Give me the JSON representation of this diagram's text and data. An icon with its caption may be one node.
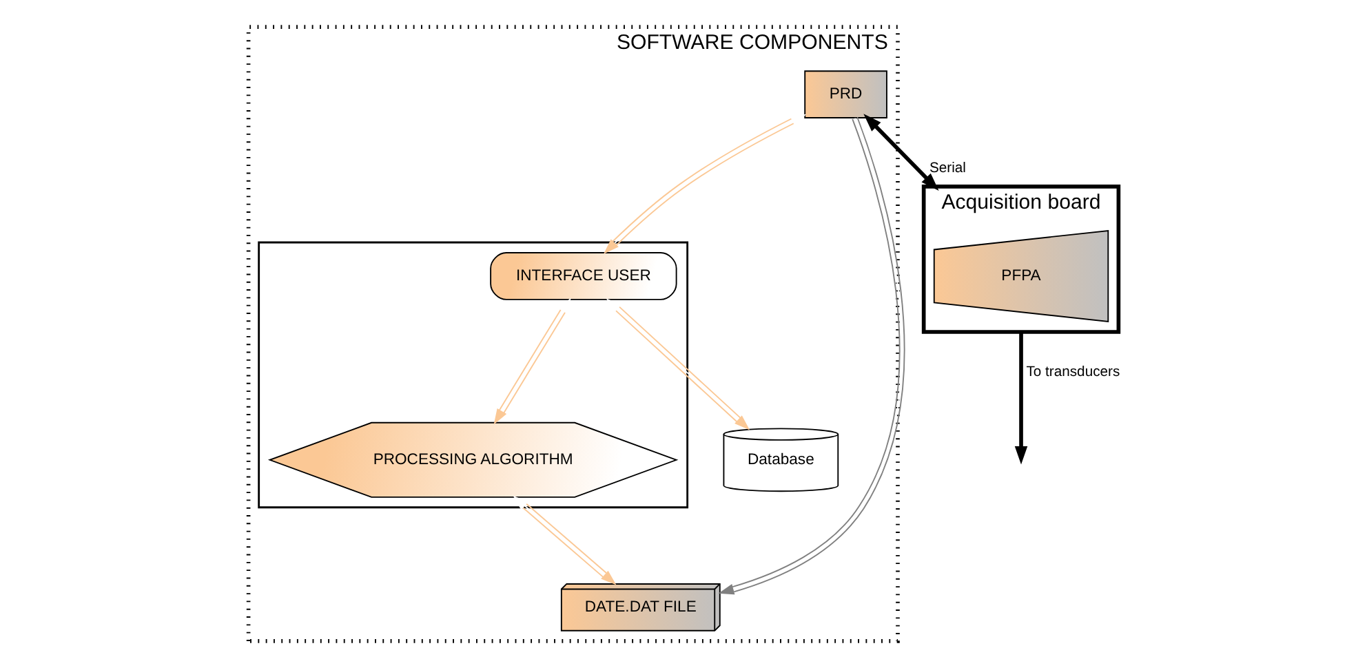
{
  "diagram": {
    "nodes": [
      {
        "text": [
          "SOFTWARE COMPONENTS"
        ]
      },
      {
        "text": [],
        "shape": "box",
        "in": 0
      },
      {
        "text": [
          "INTERFACE USER"
        ],
        "in": 1
      },
      {
        "text": [
          "PROCESSING ALGORITHM"
        ],
        "in": 1
      },
      {
        "text": [
          "Database"
        ],
        "in": 0
      },
      {
        "text": [
          "PRD"
        ],
        "in": 0
      },
      {
        "text": [
          "DATE.DAT FILE"
        ],
        "in": 0
      },
      {
        "text": [
          "Acquisition board"
        ]
      },
      {
        "text": [
          "PFPA"
        ],
        "in": 7
      }
    ],
    "edges": [
      {
        "from": 2,
        "to": 4,
        "arrow": "both"
      },
      {
        "from": 5,
        "to": 2,
        "arrow": "both"
      },
      {
        "from": 2,
        "to": 3,
        "arrow": "both"
      },
      {
        "from": 3,
        "to": 6,
        "arrow": "both"
      },
      {
        "from": 5,
        "to": 6,
        "arrow": "to",
        "color": "#808080"
      },
      {
        "from": 5,
        "to": 7,
        "arrow": "both",
        "label": "Serial",
        "style": "thick",
        "color": "#000000"
      },
      {
        "from": 7,
        "to": null,
        "arrow": "to",
        "label": "To transducers",
        "style": "thick",
        "color": "#000000"
      }
    ]
  }
}
